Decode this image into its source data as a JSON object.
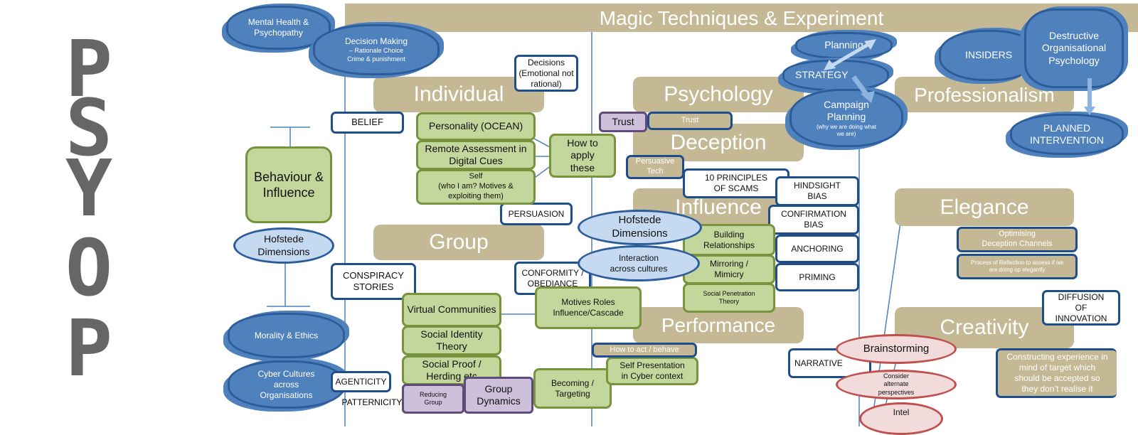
{
  "logo": {
    "letters": [
      "P",
      "S",
      "Y",
      "O",
      "P"
    ]
  },
  "banner": "Magic Techniques & Experiment",
  "headers": {
    "individual": "Individual",
    "group": "Group",
    "psychology": "Psychology",
    "deception": "Deception",
    "influence": "Influence",
    "performance": "Performance",
    "professionalism": "Professionalism",
    "elegance": "Elegance",
    "creativity": "Creativity"
  },
  "clouds": {
    "mental": "Mental Health & Psychopathy",
    "decision_title": "Decision Making",
    "decision_sub1": "– Rationale Choice",
    "decision_sub2": "Crime & punishment",
    "morality": "Morality & Ethics",
    "cyber": "Cyber Cultures across Organisations",
    "planning": "Planning",
    "strategy": "STRATEGY",
    "campaign": "Campaign Planning",
    "campaign_sub": "(why we are doing what we are)",
    "insiders": "INSIDERS",
    "destructive": "Destructive Organisational Psychology",
    "planned": "PLANNED INTERVENTION"
  },
  "white_boxes": {
    "decisions": "Decisions (Emotional not rational)",
    "belief": "BELIEF",
    "persuasion": "PERSUASION",
    "conspiracy": "CONSPIRACY STORIES",
    "conformity": "CONFORMITY / OBEDIANCE",
    "agenticity": "AGENTICITY",
    "patternicity": "PATTERNICITY",
    "principles": "10 PRINCIPLES OF SCAMS",
    "hindsight": "HINDSIGHT BIAS",
    "confirmation": "CONFIRMATION BIAS",
    "anchoring": "ANCHORING",
    "priming": "PRIMING",
    "narrative": "NARRATIVE",
    "diffusion": "DIFFUSION OF INNOVATION"
  },
  "green_boxes": {
    "behaviour": "Behaviour & Influence",
    "personality": "Personality (OCEAN)",
    "remote": "Remote Assessment in Digital Cues",
    "self_title": "Self",
    "self_sub": "(who I am? Motives & exploiting them)",
    "apply": "How to apply these",
    "virtual": "Virtual Communities",
    "identity": "Social Identity Theory",
    "proof": "Social Proof / Herding etc",
    "motives": "Motives Roles Influence/Cascade",
    "becoming": "Becoming / Targeting",
    "building": "Building Relationships",
    "mirroring": "Mirroring / Mimicry",
    "penetration": "Social Penetration Theory",
    "self_presentation": "Self Presentation in Cyber context"
  },
  "purple_boxes": {
    "trust": "Trust",
    "reducing": "Reducing Group",
    "dynamics": "Group Dynamics"
  },
  "tan_boxes": {
    "trust": "Trust",
    "persuasive": "Persuasive Tech",
    "act": "How to act / behave",
    "optimising": "Optimising Deception Channels",
    "reflection": "Process of Reflection to assess if we are doing op elegantly",
    "constructing": "Constructing experience in mind of target which should be accepted so they don’t realise it"
  },
  "ellipses": {
    "hofstede_left": "Hofstede Dimensions",
    "hofstede_center": "Hofstede Dimensions",
    "interaction": "Interaction across cultures",
    "brainstorming": "Brainstorming",
    "consider": "Consider alternate perspectives",
    "intel": "Intel"
  },
  "colors": {
    "tan": "#c4b994",
    "navy": "#1f4e8c",
    "green": "#c3d69b",
    "cloud": "#4f81bd",
    "purple": "#ccc0da",
    "pink": "#f2dcdb"
  }
}
